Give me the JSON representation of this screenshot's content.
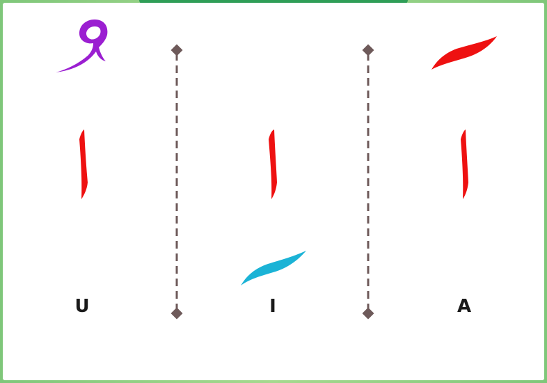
{
  "columns": [
    {
      "id": "dhammah",
      "letter": "U",
      "harakah": "dhammah",
      "harakah_color": "#9b1fd1",
      "alif_color": "#ee1111"
    },
    {
      "id": "kasrah",
      "letter": "I",
      "harakah": "kasrah",
      "harakah_color": "#1bb3d6",
      "alif_color": "#ee1111"
    },
    {
      "id": "fathah",
      "letter": "A",
      "harakah": "fathah",
      "harakah_color": "#ee1111",
      "alif_color": "#ee1111"
    }
  ],
  "theme": {
    "divider_color": "#6e5a5a",
    "frame_color": "#8fcf86",
    "background": "#ffffff"
  }
}
